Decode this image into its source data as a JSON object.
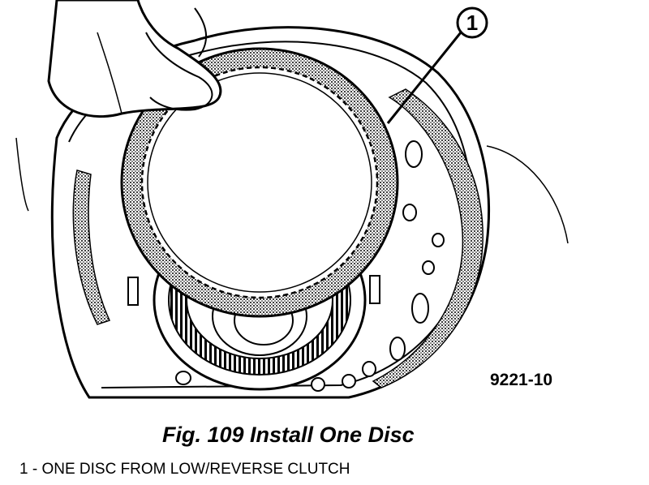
{
  "figure": {
    "callout_number": "1",
    "drawing_code": "9221-10",
    "caption": "Fig. 109 Install One Disc",
    "legend": "1 - ONE DISC FROM LOW/REVERSE CLUTCH",
    "colors": {
      "ink": "#000000",
      "paper": "#ffffff",
      "shade": "#7a7a7a"
    }
  }
}
